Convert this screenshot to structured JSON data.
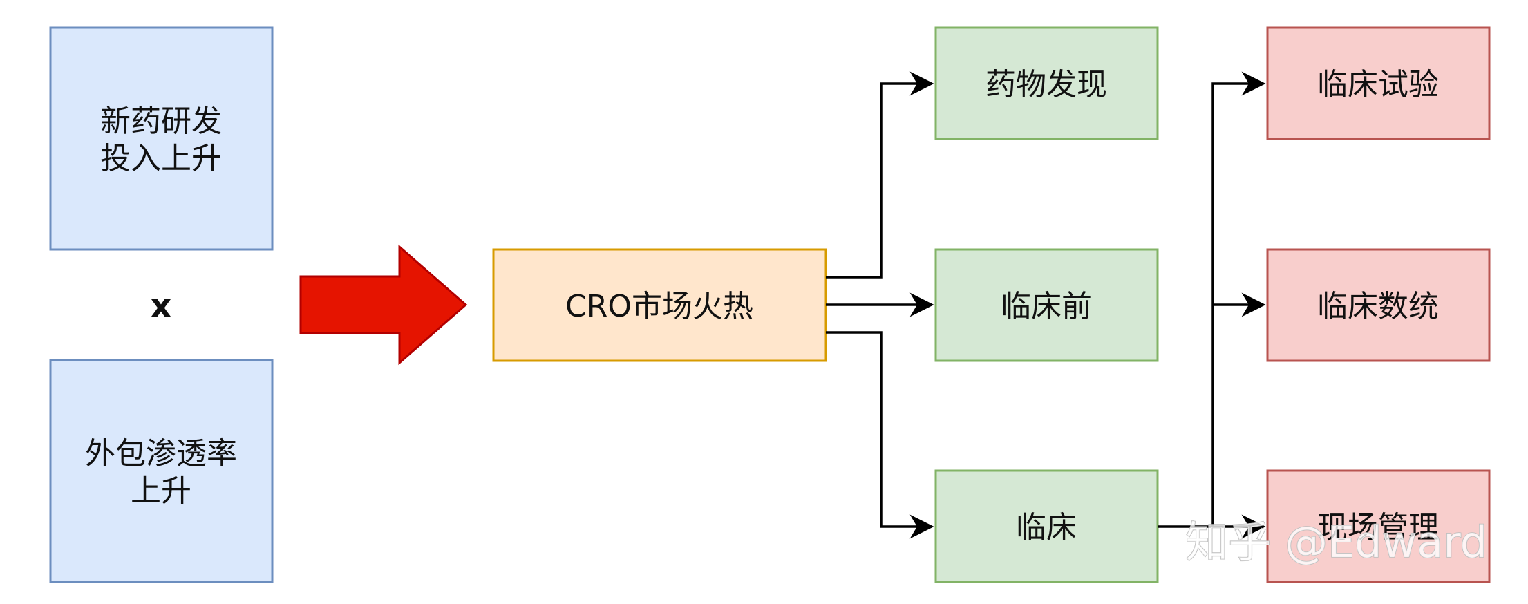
{
  "colors": {
    "blue_fill": "#dae8fc",
    "blue_stroke": "#6c8ebf",
    "orange_fill": "#ffe6cc",
    "orange_stroke": "#d79b00",
    "green_fill": "#d5e8d4",
    "green_stroke": "#82b366",
    "red_fill": "#f8cecc",
    "red_stroke": "#b85450",
    "arrow_red": "#e51400",
    "line": "#000000"
  },
  "diagram": {
    "left_factors": {
      "top_box": {
        "line1": "新药研发",
        "line2": "投入上升"
      },
      "operator": "x",
      "bottom_box": {
        "line1": "外包渗透率",
        "line2": "上升"
      }
    },
    "center": {
      "label": "CRO市场火热"
    },
    "stages": [
      {
        "label": "药物发现"
      },
      {
        "label": "临床前"
      },
      {
        "label": "临床"
      }
    ],
    "clinical_services": [
      {
        "label": "临床试验"
      },
      {
        "label": "临床数统"
      },
      {
        "label": "现场管理"
      }
    ]
  },
  "watermark": "知乎 @Edward"
}
